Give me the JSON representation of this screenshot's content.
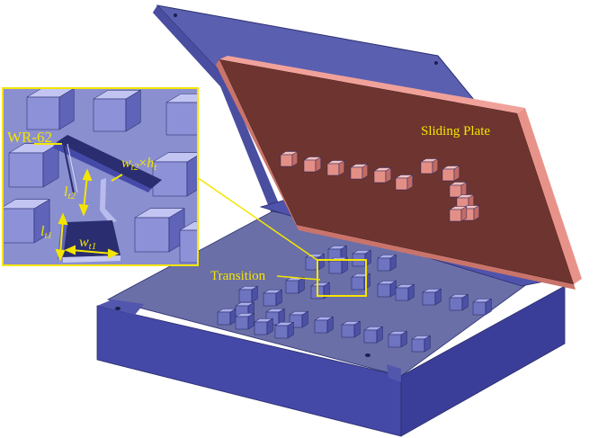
{
  "labels": {
    "sliding_plate": "Sliding Plate",
    "transition": "Transition",
    "waveguide": "WR-62",
    "lt2": "l",
    "lt2_sub": "t2",
    "wt2": "w",
    "wt2_sub": "t2",
    "times": "×",
    "ht": "h",
    "ht_sub": "t",
    "lt1": "l",
    "lt1_sub": "t1",
    "wt1": "w",
    "wt1_sub": "t1"
  },
  "colors": {
    "base_top": "#6a6fa8",
    "base_side": "#4b4fa8",
    "base_front": "#3e42a0",
    "lid_back": "#5b5fb0",
    "sliding_plate_top": "#6e3530",
    "sliding_plate_edge": "#e8938a",
    "pin_red": "#f2a9a0",
    "pin_blue": "#7f84c4",
    "annotation": "#f4e500",
    "inset_bg": "#8a8fd0"
  }
}
